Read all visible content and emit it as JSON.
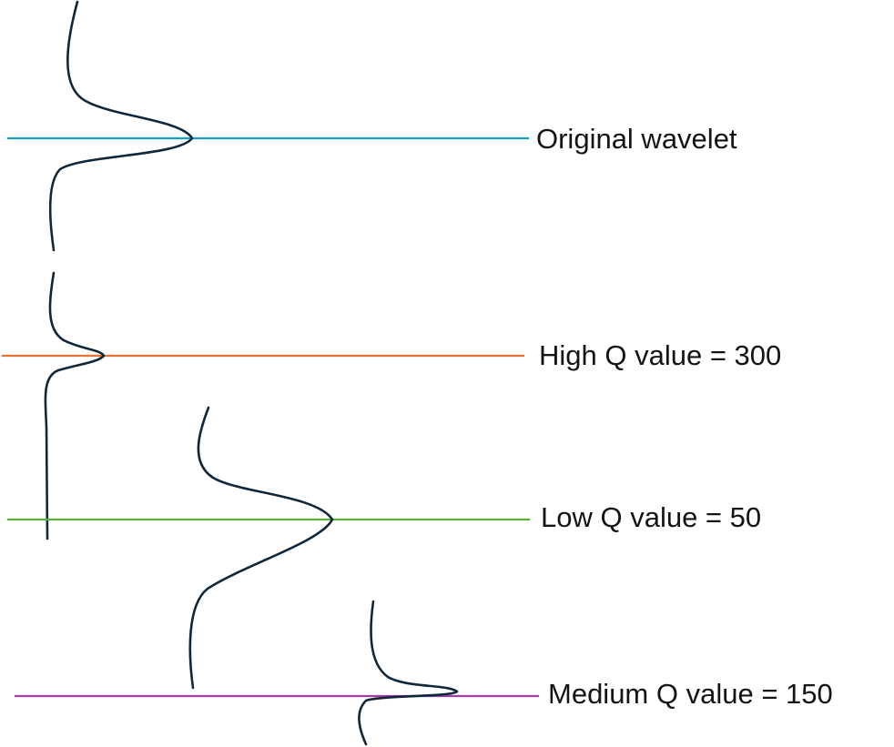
{
  "traces": [
    {
      "id": "original",
      "label": "Original wavelet",
      "line_color": "#1b9dc7"
    },
    {
      "id": "high_q",
      "label": "High Q value = 300",
      "line_color": "#e8712f"
    },
    {
      "id": "low_q",
      "label": "Low Q value = 50",
      "line_color": "#5aae3c"
    },
    {
      "id": "medium_q",
      "label": "Medium Q value = 150",
      "line_color": "#a23ea6"
    }
  ],
  "wavelet_color": "#10273a"
}
